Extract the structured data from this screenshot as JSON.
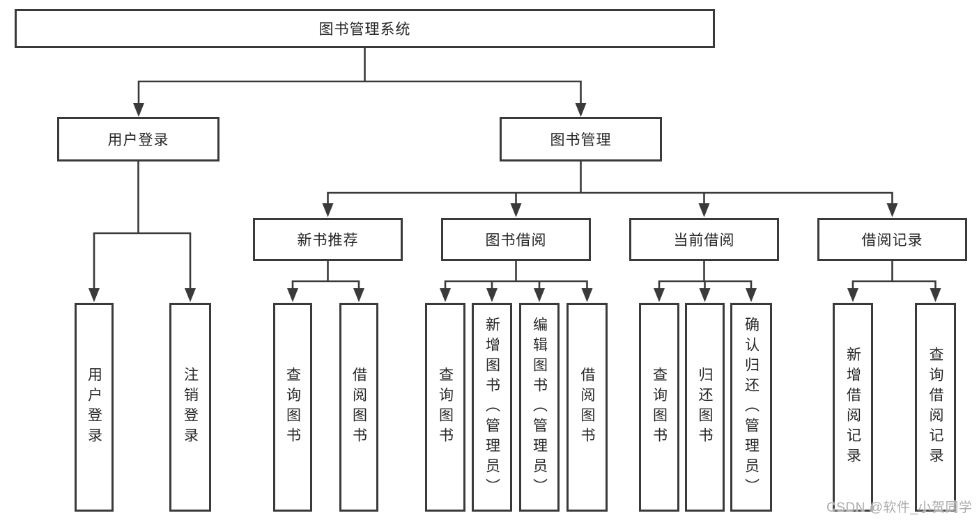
{
  "colors": {
    "line": "#3a3a3a",
    "box_border": "#3a3a3a",
    "box_fill": "#ffffff",
    "text": "#262626",
    "watermark": "#a8a8a8"
  },
  "tree": {
    "label": "图书管理系统",
    "children": [
      {
        "label": "用户登录",
        "children": [
          {
            "label": "用户登录"
          },
          {
            "label": "注销登录"
          }
        ]
      },
      {
        "label": "图书管理",
        "children": [
          {
            "label": "新书推荐",
            "children": [
              {
                "label": "查询图书"
              },
              {
                "label": "借阅图书"
              }
            ]
          },
          {
            "label": "图书借阅",
            "children": [
              {
                "label": "查询图书"
              },
              {
                "label": "新增图书（管理员）"
              },
              {
                "label": "编辑图书（管理员）"
              },
              {
                "label": "借阅图书"
              }
            ]
          },
          {
            "label": "当前借阅",
            "children": [
              {
                "label": "查询图书"
              },
              {
                "label": "归还图书"
              },
              {
                "label": "确认归还（管理员）"
              }
            ]
          },
          {
            "label": "借阅记录",
            "children": [
              {
                "label": "新增借阅记录"
              },
              {
                "label": "查询借阅记录"
              }
            ]
          }
        ]
      }
    ]
  },
  "watermark": "CSDN @软件_小贺同学"
}
